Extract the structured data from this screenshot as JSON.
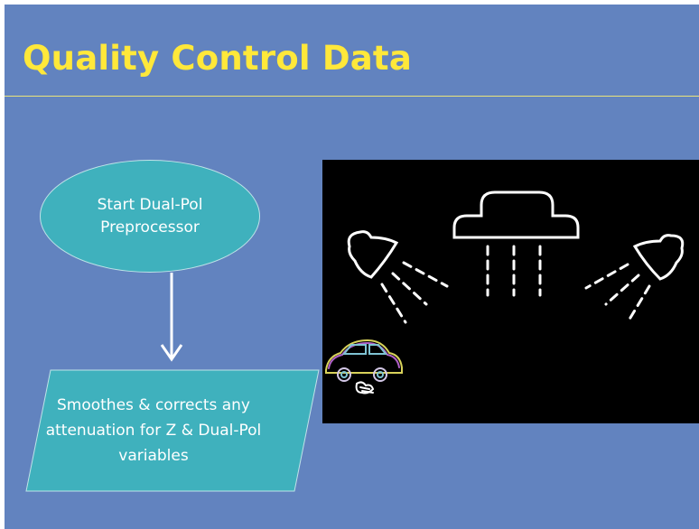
{
  "slide": {
    "title": "Quality Control Data"
  },
  "flowchart": {
    "start": {
      "label": "Start Dual-Pol Preprocessor"
    },
    "step": {
      "label": "Smoothes & corrects any attenuation for Z & Dual-Pol variables"
    }
  },
  "illustration": {
    "icons": [
      "cloud-rain-icon",
      "shower-head-left-icon",
      "shower-head-right-icon",
      "car-icon"
    ]
  },
  "colors": {
    "background": "#6283bf",
    "title": "#ffe83a",
    "shape_fill": "#3fb1bd",
    "panel": "#000000"
  }
}
